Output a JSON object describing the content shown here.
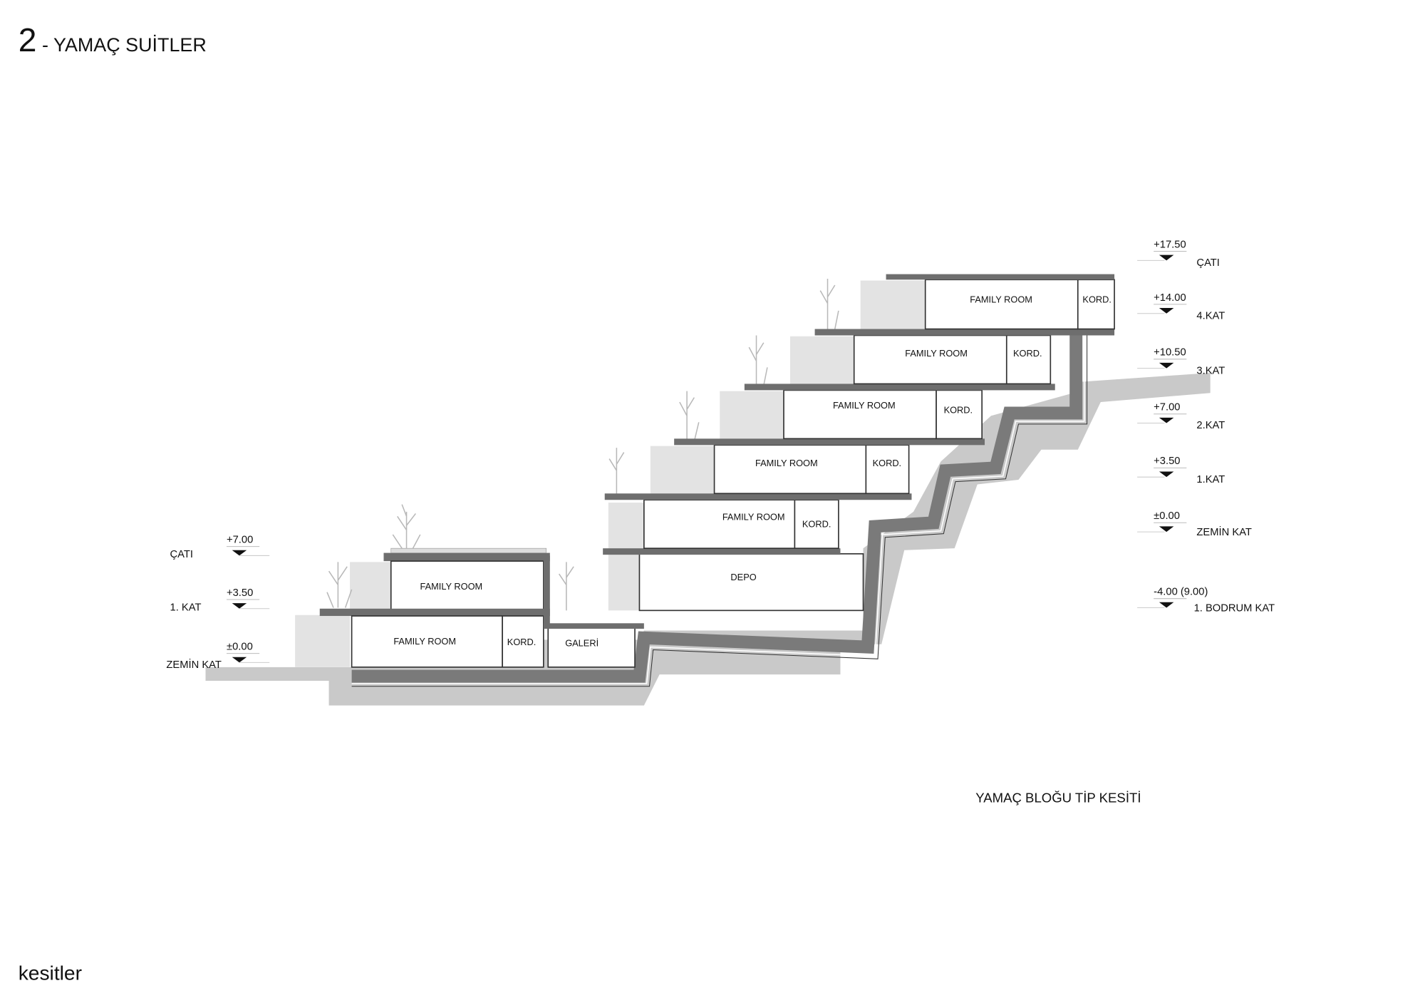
{
  "title": {
    "number": "2",
    "text": "-  YAMAÇ SUİTLER"
  },
  "footer": "kesitler",
  "caption": "YAMAÇ BLOĞU TİP KESİTİ",
  "levels_right": [
    {
      "value": "+17.50",
      "name": "ÇATI"
    },
    {
      "value": "+14.00",
      "name": "4.KAT"
    },
    {
      "value": "+10.50",
      "name": "3.KAT"
    },
    {
      "value": "+7.00",
      "name": "2.KAT"
    },
    {
      "value": "+3.50",
      "name": "1.KAT"
    },
    {
      "value": "±0.00",
      "name": "ZEMİN KAT"
    },
    {
      "value": "-4.00 (9.00)",
      "name": "1. BODRUM KAT"
    }
  ],
  "levels_left": [
    {
      "value": "+7.00",
      "name": "ÇATI"
    },
    {
      "value": "+3.50",
      "name": "1. KAT"
    },
    {
      "value": "±0.00",
      "name": "ZEMİN KAT"
    }
  ],
  "rooms": {
    "lower_family_1": "FAMILY ROOM",
    "lower_family_0": "FAMILY ROOM",
    "lower_kord": "KORD.",
    "galeri": "GALERİ",
    "depo": "DEPO",
    "f0_family": "FAMILY ROOM",
    "f0_kord": "KORD.",
    "f1_family": "FAMILY ROOM",
    "f1_kord": "KORD.",
    "f2_family": "FAMILY ROOM",
    "f2_kord": "KORD.",
    "f3_family": "FAMILY ROOM",
    "f3_kord": "KORD.",
    "f4_family": "FAMILY ROOM",
    "f4_kord": "KORD."
  }
}
